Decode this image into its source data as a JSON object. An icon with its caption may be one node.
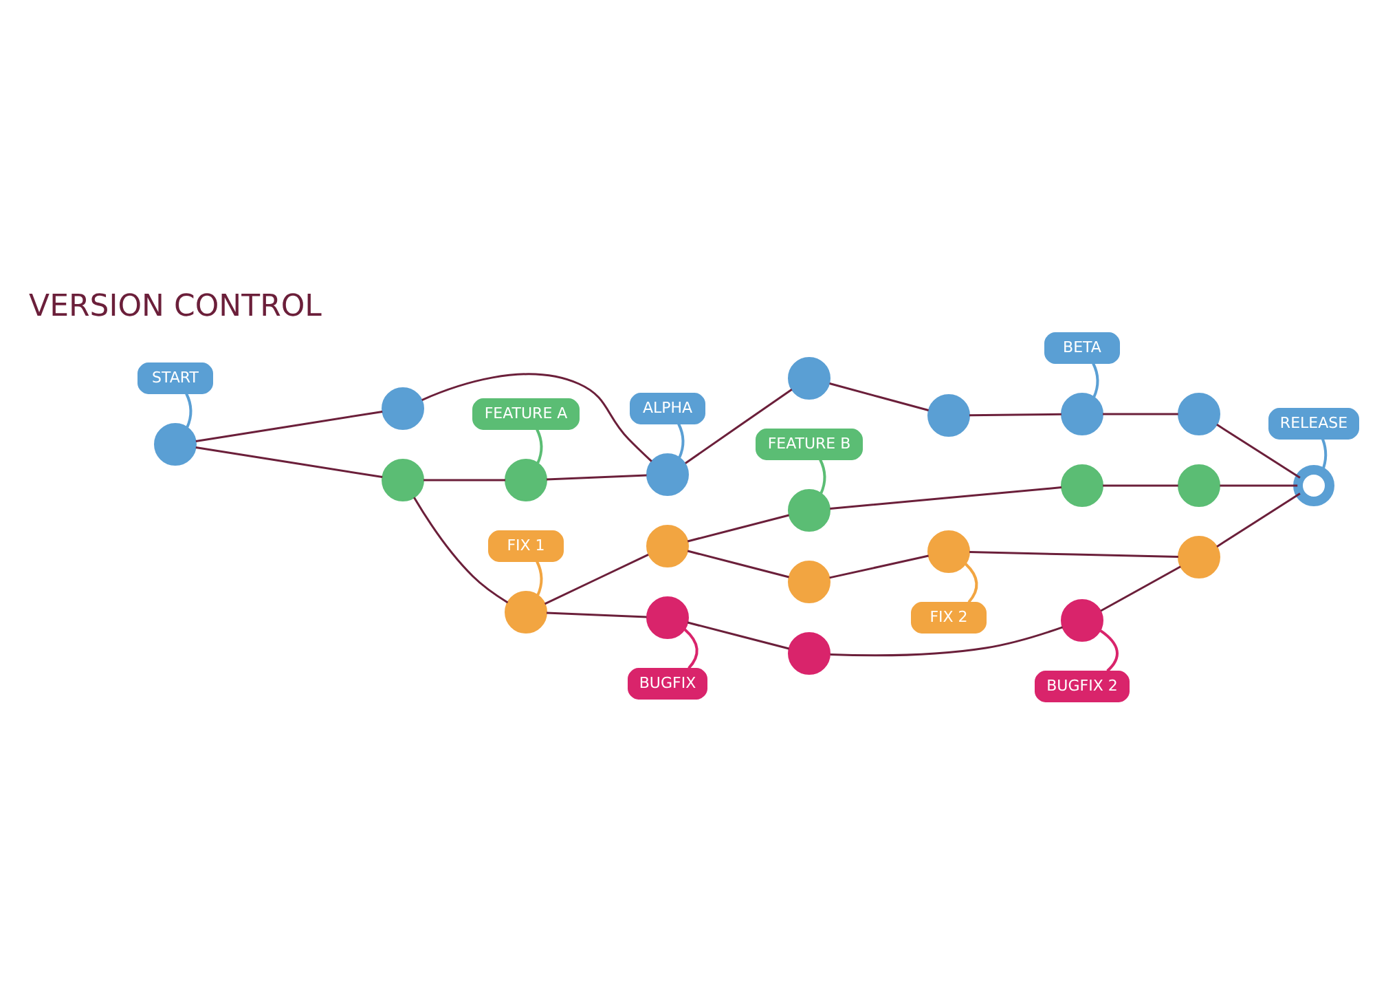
{
  "diagram": {
    "nodes": [
      {
        "text": [],
        "shape": "circle",
        "beside": [
          "START"
        ]
      },
      {
        "text": [],
        "shape": "circle"
      },
      {
        "text": [],
        "shape": "circle",
        "beside": [
          "ALPHA"
        ]
      },
      {
        "text": [],
        "shape": "circle"
      },
      {
        "text": [],
        "shape": "circle"
      },
      {
        "text": [],
        "shape": "circle",
        "beside": [
          "BETA"
        ]
      },
      {
        "text": [],
        "shape": "circle"
      },
      {
        "text": [],
        "shape": "circle",
        "beside": [
          "RELEASE"
        ]
      },
      {
        "text": [],
        "shape": "circle"
      },
      {
        "text": [],
        "shape": "circle",
        "beside": [
          "FEATURE A"
        ]
      },
      {
        "text": [],
        "shape": "circle",
        "beside": [
          "FEATURE B"
        ]
      },
      {
        "text": [],
        "shape": "circle"
      },
      {
        "text": [],
        "shape": "circle"
      },
      {
        "text": [],
        "shape": "circle",
        "beside": [
          "FIX 1"
        ]
      },
      {
        "text": [],
        "shape": "circle"
      },
      {
        "text": [],
        "shape": "circle"
      },
      {
        "text": [],
        "shape": "circle",
        "beside": [
          "FIX 2"
        ]
      },
      {
        "text": [],
        "shape": "circle"
      },
      {
        "text": [],
        "shape": "circle",
        "beside": [
          "BUGFIX"
        ]
      },
      {
        "text": [],
        "shape": "circle"
      },
      {
        "text": [],
        "shape": "circle",
        "beside": [
          "BUGFIX 2"
        ]
      }
    ],
    "edges": [
      {
        "from": 0,
        "to": 1,
        "arrow": "none"
      },
      {
        "from": 1,
        "to": 2,
        "arrow": "none"
      },
      {
        "from": 2,
        "to": 3,
        "arrow": "none"
      },
      {
        "from": 3,
        "to": 4,
        "arrow": "none"
      },
      {
        "from": 4,
        "to": 5,
        "arrow": "none"
      },
      {
        "from": 5,
        "to": 6,
        "arrow": "none"
      },
      {
        "from": 6,
        "to": 7,
        "arrow": "none"
      },
      {
        "from": 0,
        "to": 8,
        "arrow": "none"
      },
      {
        "from": 8,
        "to": 9,
        "arrow": "none"
      },
      {
        "from": 9,
        "to": 2,
        "arrow": "none"
      },
      {
        "from": 8,
        "to": 13,
        "arrow": "none"
      },
      {
        "from": 13,
        "to": 14,
        "arrow": "none"
      },
      {
        "from": 14,
        "to": 15,
        "arrow": "none"
      },
      {
        "from": 15,
        "to": 16,
        "arrow": "none"
      },
      {
        "from": 16,
        "to": 17,
        "arrow": "none"
      },
      {
        "from": 14,
        "to": 10,
        "arrow": "none"
      },
      {
        "from": 10,
        "to": 11,
        "arrow": "none"
      },
      {
        "from": 11,
        "to": 12,
        "arrow": "none"
      },
      {
        "from": 12,
        "to": 7,
        "arrow": "none"
      },
      {
        "from": 13,
        "to": 18,
        "arrow": "none"
      },
      {
        "from": 18,
        "to": 19,
        "arrow": "none"
      },
      {
        "from": 19,
        "to": 20,
        "arrow": "none"
      },
      {
        "from": 20,
        "to": 17,
        "arrow": "none"
      },
      {
        "from": 17,
        "to": 7,
        "arrow": "none"
      }
    ],
    "labels": [
      "VERSION CONTROL"
    ]
  }
}
